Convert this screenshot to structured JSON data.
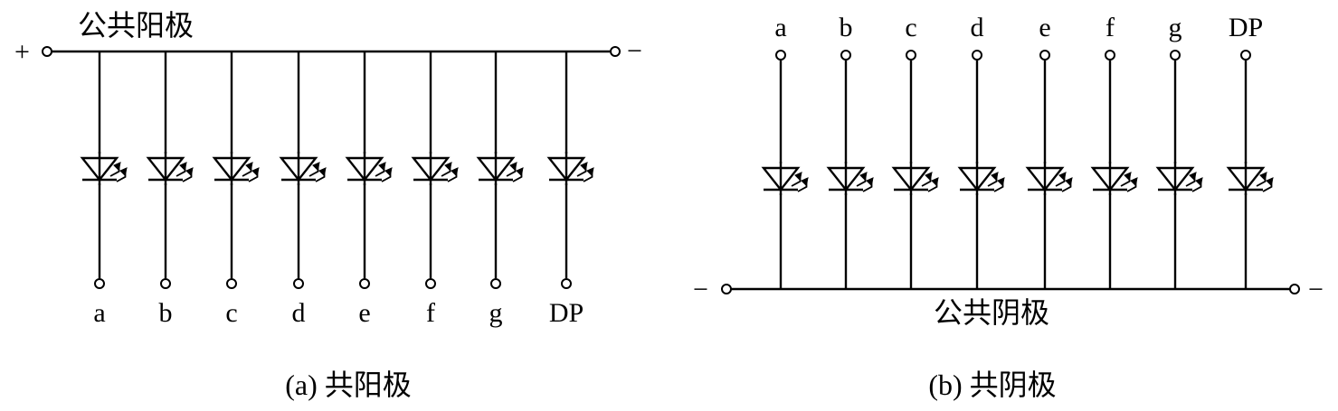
{
  "panel_a": {
    "title": "公共阳极",
    "plus_sign": "+",
    "minus_sign": "−",
    "segments": [
      "a",
      "b",
      "c",
      "d",
      "e",
      "f",
      "g",
      "DP"
    ],
    "caption": "(a) 共阳极"
  },
  "panel_b": {
    "title": "公共阴极",
    "minus_left": "−",
    "minus_right": "−",
    "segments": [
      "a",
      "b",
      "c",
      "d",
      "e",
      "f",
      "g",
      "DP"
    ],
    "caption": "(b) 共阴极"
  }
}
